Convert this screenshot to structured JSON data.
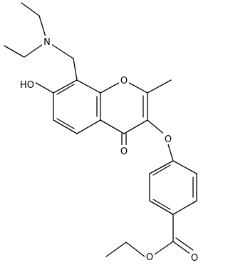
{
  "molecule": {
    "atoms": {
      "amine_nitrogen": "N",
      "hydroxyl": "HO",
      "ring_oxygen": "O",
      "carbonyl_oxygen": "O",
      "ether_oxygen": "O",
      "ester_carbonyl_oxygen": "O",
      "ester_oxygen": "O"
    }
  }
}
